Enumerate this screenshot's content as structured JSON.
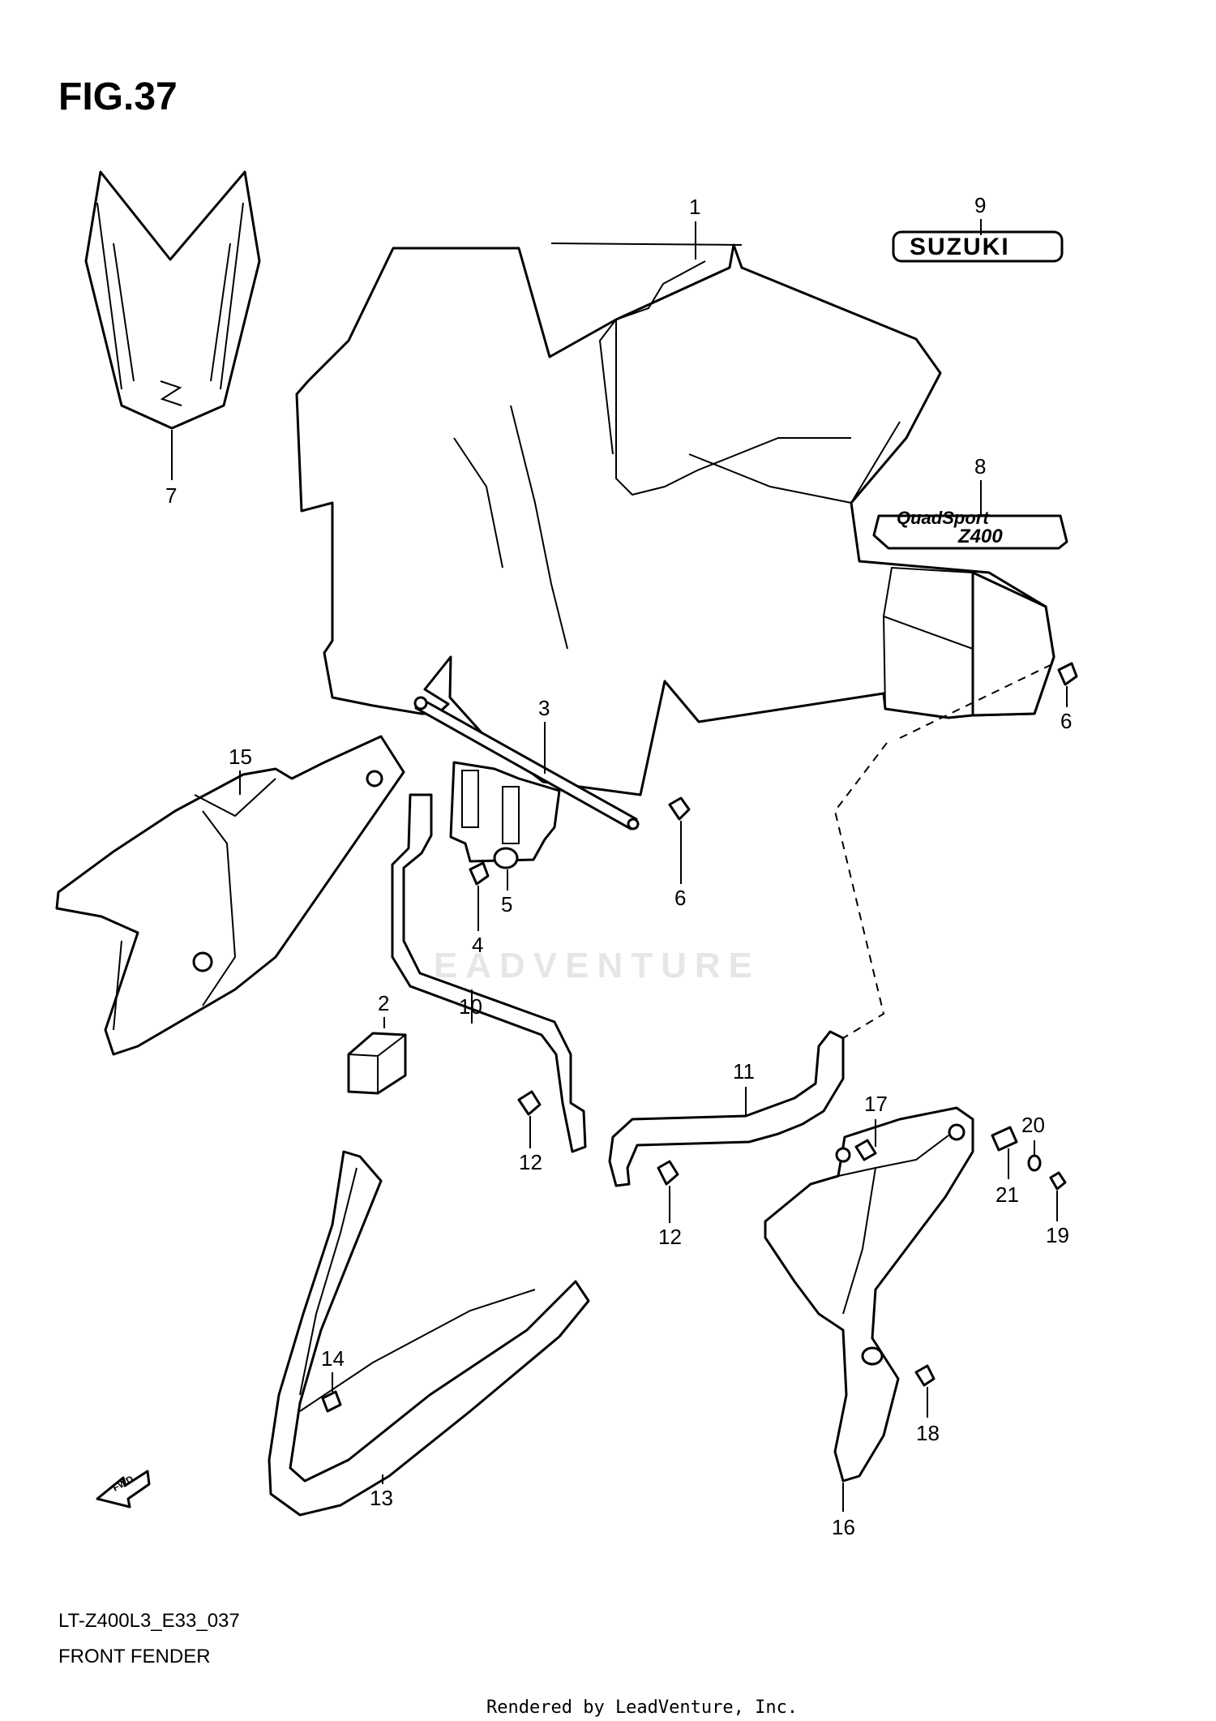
{
  "figure": {
    "title": "FIG.37",
    "model_code": "LT-Z400L3_E33_037",
    "name": "FRONT FENDER"
  },
  "watermark": "LEADVENTURE",
  "credit": "Rendered by LeadVenture, Inc.",
  "decals": {
    "suzuki": "SUZUKI",
    "quadsport_line1": "QuadSport",
    "quadsport_line2": "Z400"
  },
  "part_labels": [
    {
      "id": "1",
      "text": "1"
    },
    {
      "id": "2",
      "text": "2"
    },
    {
      "id": "3",
      "text": "3"
    },
    {
      "id": "4",
      "text": "4"
    },
    {
      "id": "5",
      "text": "5"
    },
    {
      "id": "6a",
      "text": "6"
    },
    {
      "id": "6b",
      "text": "6"
    },
    {
      "id": "7",
      "text": "7"
    },
    {
      "id": "8",
      "text": "8"
    },
    {
      "id": "9",
      "text": "9"
    },
    {
      "id": "10",
      "text": "10"
    },
    {
      "id": "11",
      "text": "11"
    },
    {
      "id": "12a",
      "text": "12"
    },
    {
      "id": "12b",
      "text": "12"
    },
    {
      "id": "13",
      "text": "13"
    },
    {
      "id": "14",
      "text": "14"
    },
    {
      "id": "15",
      "text": "15"
    },
    {
      "id": "16",
      "text": "16"
    },
    {
      "id": "17",
      "text": "17"
    },
    {
      "id": "18",
      "text": "18"
    },
    {
      "id": "19",
      "text": "19"
    },
    {
      "id": "20",
      "text": "20"
    },
    {
      "id": "21",
      "text": "21"
    }
  ],
  "fwd_arrow": "FWD"
}
